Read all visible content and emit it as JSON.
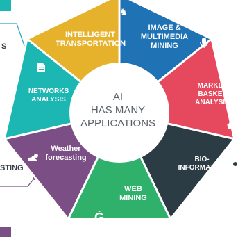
{
  "center": {
    "line1": "AI",
    "line2": "HAS MANY",
    "line3": "APPLICATIONS"
  },
  "segments": [
    {
      "label": "INTELLIGENT TRANSPORTATION",
      "color": "#e7b22b",
      "icon": "chess-knight-icon"
    },
    {
      "label": "IMAGE & MULTIMEDIA MINING",
      "color": "#1f72b4",
      "icon": "microphone-icon"
    },
    {
      "label": "MARKET BASKET ANALYSIS",
      "color": "#e6485d",
      "icon": "basket-icon"
    },
    {
      "label": "BIO- INFORMATICS",
      "color": "#2c3c45",
      "icon": "person-icon"
    },
    {
      "label": "WEB MINING",
      "color": "#2fb06b",
      "icon": "google-g-icon"
    },
    {
      "label": "Weather forecasting",
      "color": "#7b4e85",
      "icon": "weather-icon"
    },
    {
      "label": "NETWORKS ANALYSIS",
      "color": "#1cb7b3",
      "icon": "document-icon"
    }
  ],
  "side_labels": {
    "left_top": "S",
    "left_bottom": "STING"
  },
  "colors": {
    "connector": "#2aa7c9",
    "connector_purple": "#7b4e85",
    "center_fill": "#ffffff",
    "center_text": "#5a6068"
  }
}
